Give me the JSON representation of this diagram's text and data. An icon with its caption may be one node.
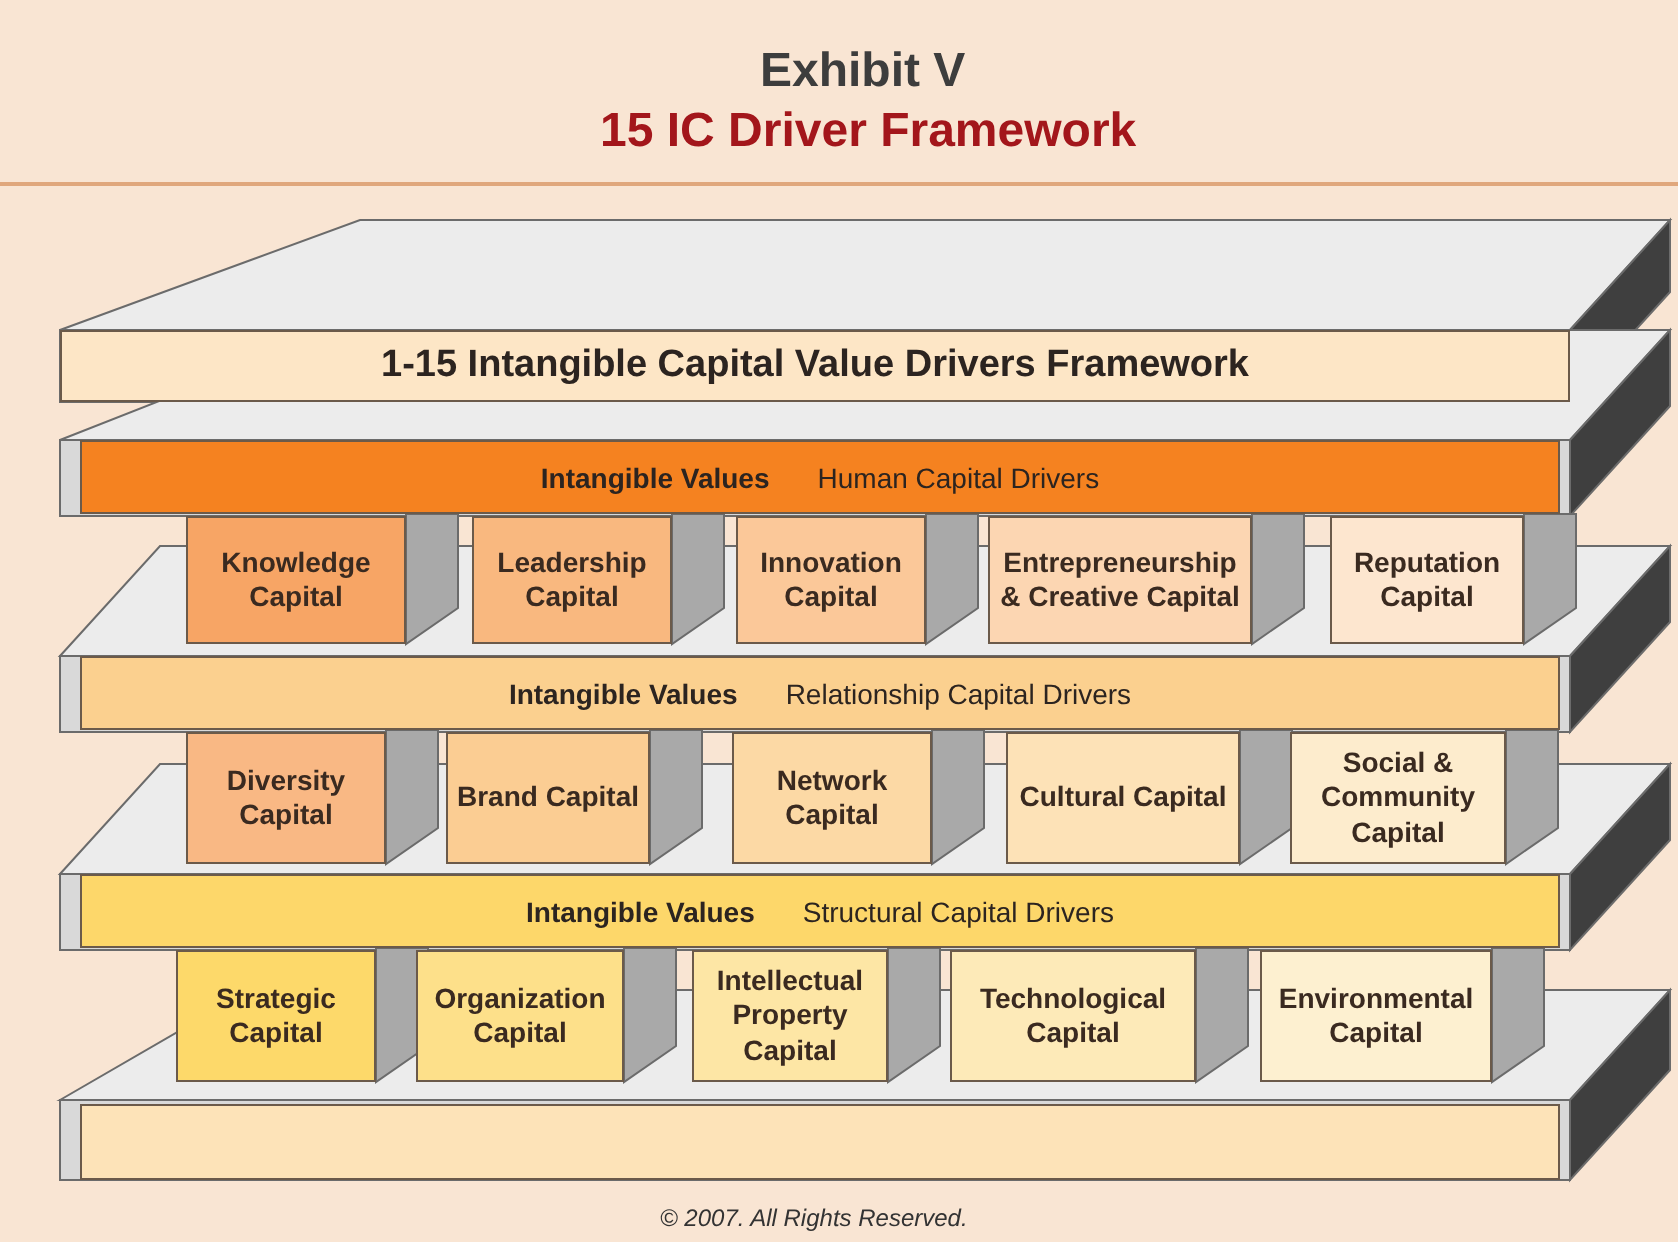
{
  "diagram": {
    "title": "15 IC Driver Framework",
    "nodes": [
      {
        "text": [
          "1-15 Intangible Capital Value Drivers Framework"
        ]
      },
      {
        "text": [
          "Intangible Values",
          "Human Capital Drivers"
        ]
      },
      {
        "text": [
          "Knowledge Capital"
        ]
      },
      {
        "text": [
          "Leadership Capital"
        ]
      },
      {
        "text": [
          "Innovation Capital"
        ]
      },
      {
        "text": [
          "Entrepreneurship & Creative Capital"
        ]
      },
      {
        "text": [
          "Reputation Capital"
        ]
      },
      {
        "text": [
          "Intangible Values",
          "Relationship Capital Drivers"
        ]
      },
      {
        "text": [
          "Diversity Capital"
        ]
      },
      {
        "text": [
          "Brand Capital"
        ]
      },
      {
        "text": [
          "Network Capital"
        ]
      },
      {
        "text": [
          "Cultural Capital"
        ]
      },
      {
        "text": [
          "Social & Community Capital"
        ]
      },
      {
        "text": [
          "Intangible Values",
          "Structural Capital Drivers"
        ]
      },
      {
        "text": [
          "Strategic Capital"
        ]
      },
      {
        "text": [
          "Organization Capital"
        ]
      },
      {
        "text": [
          "Intellectual Property Capital"
        ]
      },
      {
        "text": [
          "Technological Capital"
        ]
      },
      {
        "text": [
          "Environmental Capital"
        ]
      },
      {
        "text": [],
        "shape": "box"
      }
    ],
    "edges": [],
    "labels": [
      "Exhibit V",
      "© 2007. All Rights Reserved."
    ]
  }
}
